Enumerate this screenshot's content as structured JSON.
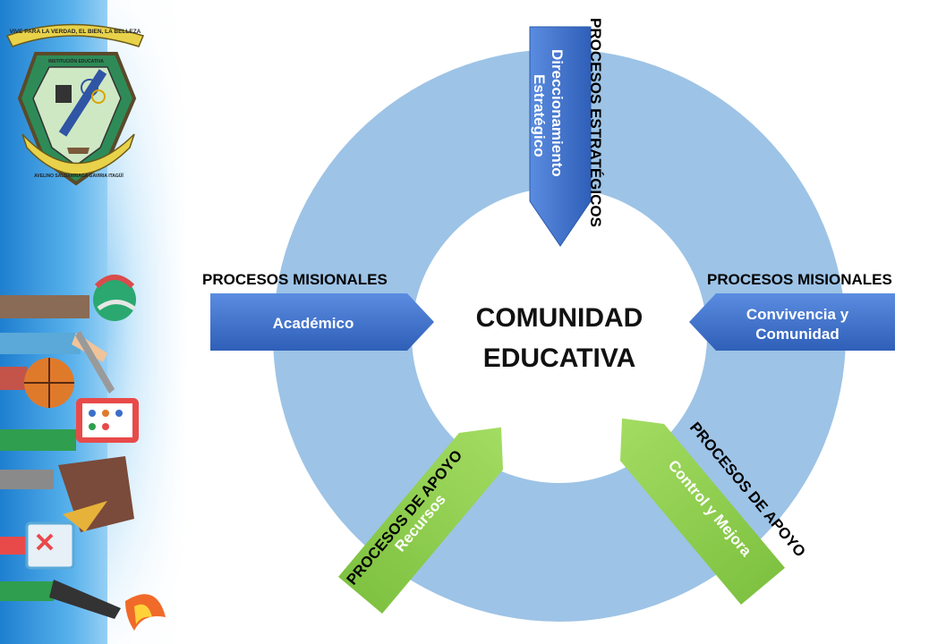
{
  "center": {
    "line1": "COMUNIDAD",
    "line2": "EDUCATIVA"
  },
  "top": {
    "category": "PROCESOS ESTRATÉGICOS",
    "line1": "Direccionamiento",
    "line2": "Estratégico"
  },
  "left": {
    "category": "PROCESOS MISIONALES",
    "label": "Académico"
  },
  "right": {
    "category": "PROCESOS MISIONALES",
    "line1": "Convivencia y",
    "line2": "Comunidad"
  },
  "bottom_left": {
    "category": "PROCESOS DE APOYO",
    "label": "Recursos"
  },
  "bottom_right": {
    "category": "PROCESOS DE APOYO",
    "label": "Control y Mejora"
  },
  "logo": {
    "banner": "VIVE PARA LA VERDAD, EL BIEN, LA BELLEZA",
    "top_text": "INSTITUCIÓN EDUCATIVA",
    "bottom_text": "AVELINO SALDARRIAGA GAVIRIA ITAGÜÍ"
  },
  "colors": {
    "ring": "#9dc3e6",
    "blue_arrow": "#3b6fc9",
    "green_arrow": "#92d050"
  },
  "icons": [
    "school-crest-icon",
    "yarn-ball-icon",
    "pencil-icon",
    "basketball-icon",
    "tablet-icon",
    "book-icon",
    "calendar-icon",
    "torch-icon"
  ]
}
